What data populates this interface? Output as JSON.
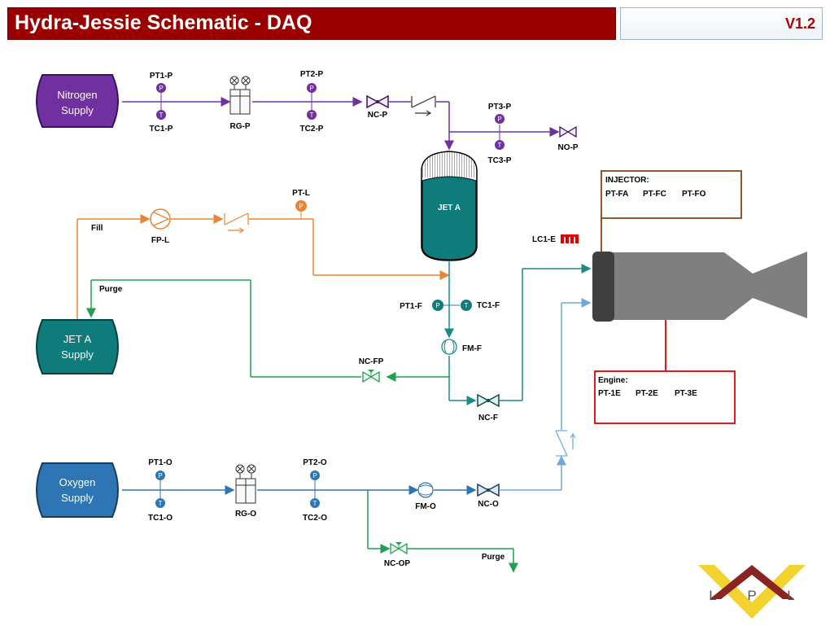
{
  "title": "Hydra-Jessie Schematic - DAQ",
  "version": "V1.2",
  "supplies": {
    "nitrogen": [
      "Nitrogen",
      "Supply"
    ],
    "jeta": [
      "JET A",
      "Supply"
    ],
    "oxygen": [
      "Oxygen",
      "Supply"
    ]
  },
  "tank": {
    "label": "JET A"
  },
  "sensor_glyphs": {
    "pressure": "P",
    "temperature": "T"
  },
  "nitrogen_line": {
    "pt1": "PT1-P",
    "tc1": "TC1-P",
    "reg": "RG-P",
    "pt2": "PT2-P",
    "tc2": "TC2-P",
    "valve": "NC-P",
    "pt3": "PT3-P",
    "tc3": "TC3-P",
    "vent": "NO-P"
  },
  "fuel_line": {
    "fill": "Fill",
    "pump": "FP-L",
    "ptl": "PT-L",
    "purge": "Purge",
    "pt1": "PT1-F",
    "tc1": "TC1-F",
    "flowmeter": "FM-F",
    "purge_valve": "NC-FP",
    "valve": "NC-F"
  },
  "oxygen_line": {
    "pt1": "PT1-O",
    "tc1": "TC1-O",
    "reg": "RG-O",
    "pt2": "PT2-O",
    "tc2": "TC2-O",
    "flowmeter": "FM-O",
    "valve": "NC-O",
    "purge_valve": "NC-OP",
    "purge": "Purge"
  },
  "injector": {
    "title": "INJECTOR:",
    "sensors": [
      "PT-FA",
      "PT-FC",
      "PT-FO"
    ]
  },
  "engine": {
    "title": "Engine:",
    "sensors": [
      "PT-1E",
      "PT-2E",
      "PT-3E"
    ]
  },
  "loadcell": "LC1-E",
  "logo": {
    "letters": [
      "L",
      "P",
      "L"
    ]
  },
  "colors": {
    "nitrogen": "#7030a0",
    "fuel": "#e98532",
    "fuel_main": "#1d8a8a",
    "purge": "#20a050",
    "oxygen": "#2e75b6",
    "oxygen_light": "#6fa8dc",
    "title_bg": "#9b0000",
    "injector_border": "#8b4513",
    "engine_border": "#e00000"
  }
}
